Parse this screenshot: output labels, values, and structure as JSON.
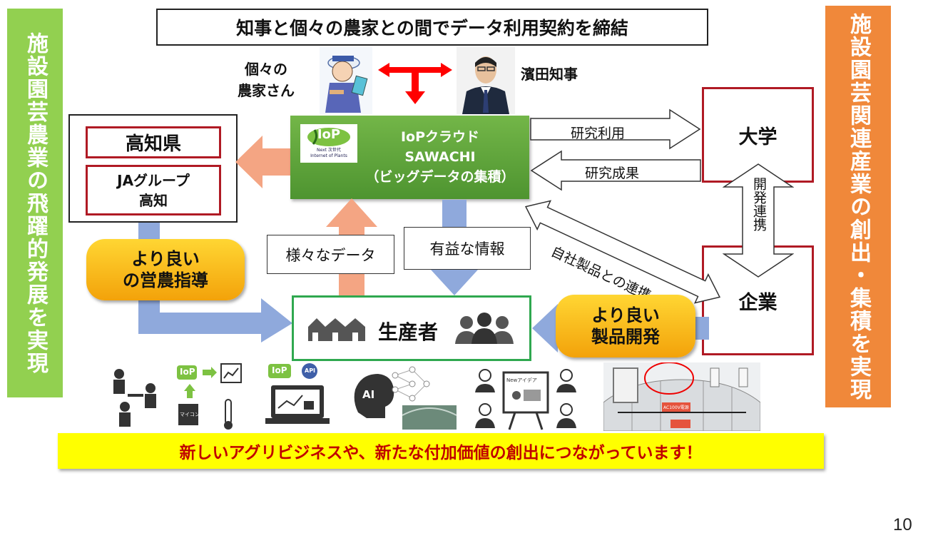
{
  "left_banner": "施設園芸農業の飛躍的発展を実現",
  "right_banner": "施設園芸関連産業の創出・集積を実現",
  "top_title": "知事と個々の農家との間でデータ利用契約を締結",
  "farmer_label": "個々の\n農家さん",
  "governor_label": "濱田知事",
  "kochi_pref": "高知県",
  "ja_group": "JAグループ\n高知",
  "cloud": {
    "logo_text": "IoP",
    "logo_sub": "Next 次世代\nInternet of Plants",
    "title": "IoPクラウド\nSAWACHI\n（ビッグデータの集積）"
  },
  "university": "大学",
  "company": "企業",
  "research_use": "研究利用",
  "research_results": "研究成果",
  "dev_collab": "開発連携",
  "own_products_link": "自社製品との連携",
  "various_data": "様々なデータ",
  "useful_info": "有益な情報",
  "better_guidance": "より良い\nの営農指導",
  "better_products": "より良い\n製品開発",
  "producer": "生産者",
  "icons": {
    "iop_small": "IoP",
    "api": "API",
    "ai": "AI",
    "microcomputer": "マイコン",
    "new_idea": "Newアイデア",
    "ac_power": "AC100V電源"
  },
  "bottom_banner": "新しいアグリビジネスや、新たな付加価値の創出につながっています！",
  "page_number": "10",
  "colors": {
    "green_banner": "#92d050",
    "orange_banner": "#f0883a",
    "red_border": "#b01a24",
    "cloud_green": "#5fa63a",
    "salmon_arrow": "#f4a583",
    "blue_arrow": "#8fa9dc",
    "yellow": "#ffff00",
    "bottom_text": "#c00000"
  }
}
